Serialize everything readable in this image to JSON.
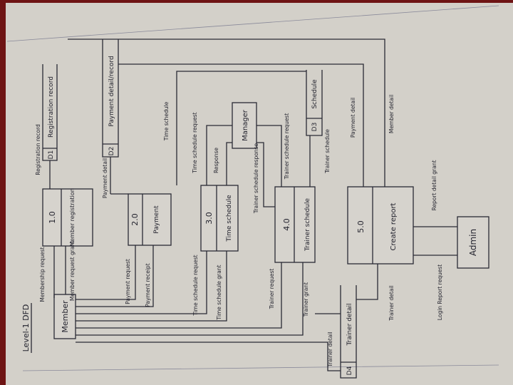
{
  "title": "Level-1 DFD",
  "entities": {
    "member": "Member",
    "admin": "Admin",
    "manager": "Manager"
  },
  "processes": [
    {
      "id": "1.0",
      "name": "Member registration"
    },
    {
      "id": "2.0",
      "name": "Payment"
    },
    {
      "id": "3.0",
      "name": "Time schedule"
    },
    {
      "id": "4.0",
      "name": "Trainer schedule"
    },
    {
      "id": "5.0",
      "name": "Create report"
    }
  ],
  "stores": [
    {
      "id": "D1",
      "name": "Registration record"
    },
    {
      "id": "D2",
      "name": "Payment detail/record"
    },
    {
      "id": "D3",
      "name": "Schedule"
    },
    {
      "id": "D4",
      "name": "Trainer detail"
    }
  ],
  "flows": {
    "membership_request": "Membership request",
    "member_request_grant": "Member request grant",
    "registration_record": "Registration record",
    "payment_detail_top": "Payment detail",
    "payment_request": "Payment request",
    "payment_receipt": "Payment receipt",
    "time_schedule": "Time schedule",
    "time_schedule_request_mgr": "Time schedule request",
    "response": "Response",
    "time_schedule_request": "Time schedule request",
    "time_schedule_grant": "Time schedule grant",
    "trainer_schedule_response": "Trainer schedule response",
    "trainer_schedule_request_mgr": "Trainer schedule request",
    "trainer_schedule_store": "Trainer schedule",
    "trainer_request": "Trainer request",
    "trainer_grant": "Trainer grant",
    "payment_detail": "Payment detail",
    "member_detail": "Member detail",
    "report_detail_grant": "Report detail grant",
    "trainer_detail_in": "Trainer detail",
    "trainer_detail_out": "Trainer detail",
    "login_report_request": "Login Report request"
  }
}
